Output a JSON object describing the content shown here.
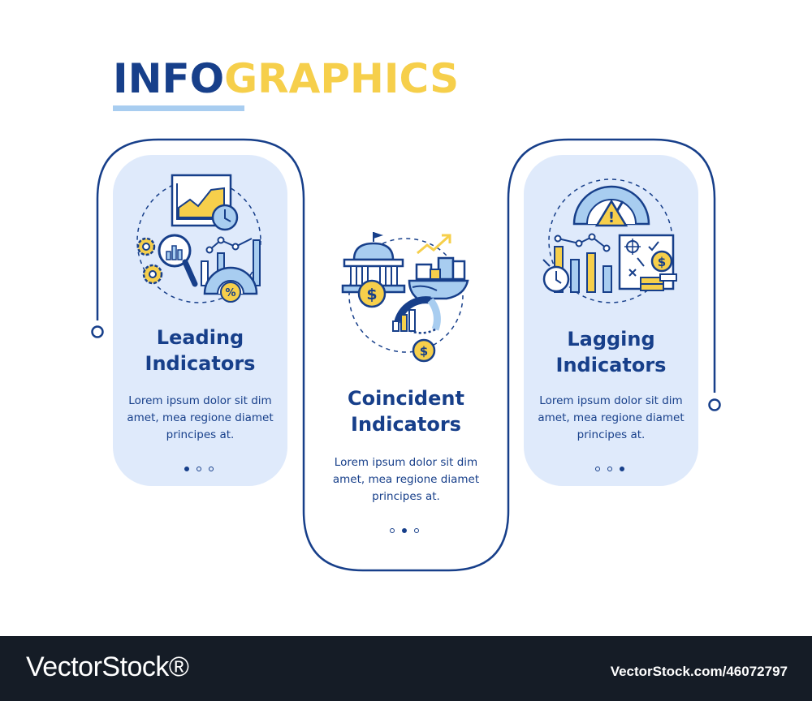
{
  "title": {
    "part1": "INFO",
    "part2": "GRAPHICS"
  },
  "colors": {
    "navy": "#173f8a",
    "yellow": "#f6cf4b",
    "light_blue": "#dfeafb",
    "accent_blue": "#a8cdf0",
    "footer_bg": "#151c26"
  },
  "cards": [
    {
      "heading_line1": "Leading",
      "heading_line2": "Indicators",
      "body": "Lorem ipsum dolor sit dim amet, mea regione diamet principes at.",
      "active_dot": 1,
      "icon": "leading-indicators-icon"
    },
    {
      "heading_line1": "Coincident",
      "heading_line2": "Indicators",
      "body": "Lorem ipsum dolor sit dim amet, mea regione diamet principes at.",
      "active_dot": 2,
      "icon": "coincident-indicators-icon"
    },
    {
      "heading_line1": "Lagging",
      "heading_line2": "Indicators",
      "body": "Lorem ipsum dolor sit dim amet, mea regione diamet principes at.",
      "active_dot": 3,
      "icon": "lagging-indicators-icon"
    }
  ],
  "footer": {
    "brand": "VectorStock®",
    "url": "VectorStock.com/46072797"
  }
}
